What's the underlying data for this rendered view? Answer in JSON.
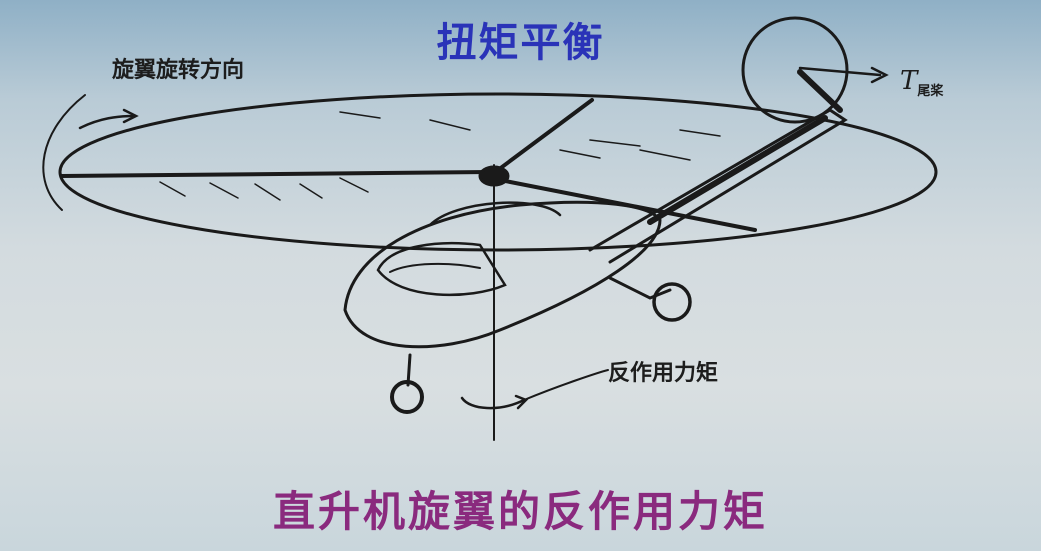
{
  "slide": {
    "title": "扭矩平衡",
    "caption": "直升机旋翼的反作用力矩"
  },
  "diagram": {
    "rotation_label": "旋翼旋转方向",
    "reaction_label": "反作用力矩",
    "tail_thrust_symbol": "T",
    "tail_thrust_subscript": "尾桨"
  }
}
